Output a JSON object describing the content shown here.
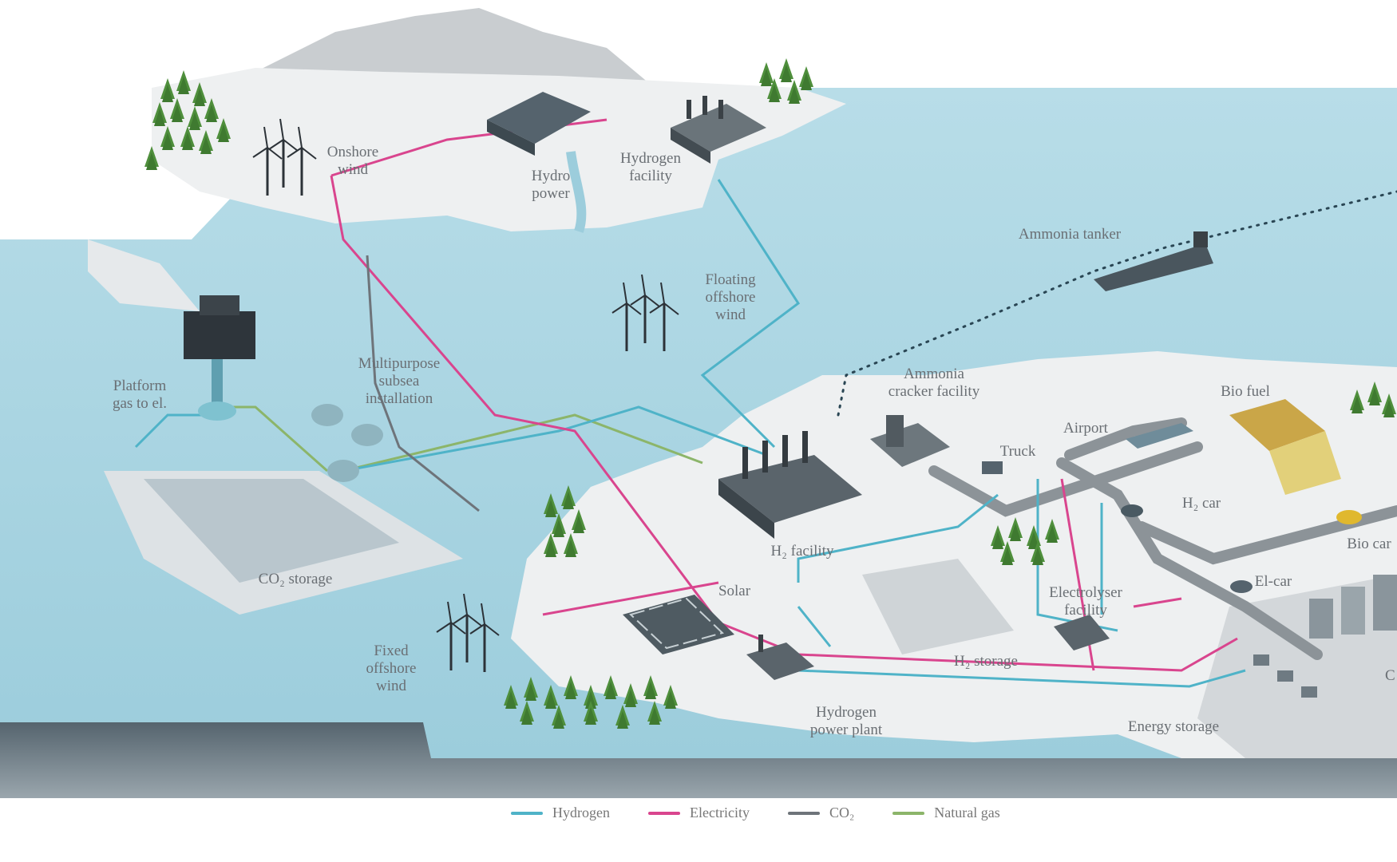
{
  "labels": {
    "onshore_wind": "Onshore\nwind",
    "hydro_power": "Hydro\npower",
    "hydrogen_facility": "Hydrogen\nfacility",
    "ammonia_tanker": "Ammonia tanker",
    "floating_offshore_wind": "Floating\noffshore\nwind",
    "platform_gas": "Platform\ngas to el.",
    "multipurpose_subsea": "Multipurpose\nsubsea\ninstallation",
    "ammonia_cracker": "Ammonia\ncracker facility",
    "bio_fuel": "Bio fuel",
    "airport": "Airport",
    "truck": "Truck",
    "h2_car": "H₂ car",
    "bio_car": "Bio car",
    "el_car": "El-car",
    "h2_facility": "H₂ facility",
    "co2_storage": "CO₂ storage",
    "solar": "Solar",
    "electrolyser_facility": "Electrolyser\nfacility",
    "fixed_offshore_wind": "Fixed\noffshore\nwind",
    "h2_storage": "H₂ storage",
    "hydrogen_power_plant": "Hydrogen\npower plant",
    "energy_storage": "Energy storage",
    "city_initial": "C"
  },
  "legend": [
    {
      "label": "Hydrogen",
      "color": "#4fb3c8"
    },
    {
      "label": "Electricity",
      "color": "#d9458e"
    },
    {
      "label": "CO₂",
      "color": "#6e747a"
    },
    {
      "label": "Natural gas",
      "color": "#8cb56a"
    }
  ],
  "colors": {
    "sea": "#a9d6e2",
    "land": "#eef0f1",
    "forest": "#4a8a3a",
    "hydrogen": "#4fb3c8",
    "electricity": "#d9458e",
    "co2": "#6e747a",
    "natural_gas": "#8cb56a"
  }
}
